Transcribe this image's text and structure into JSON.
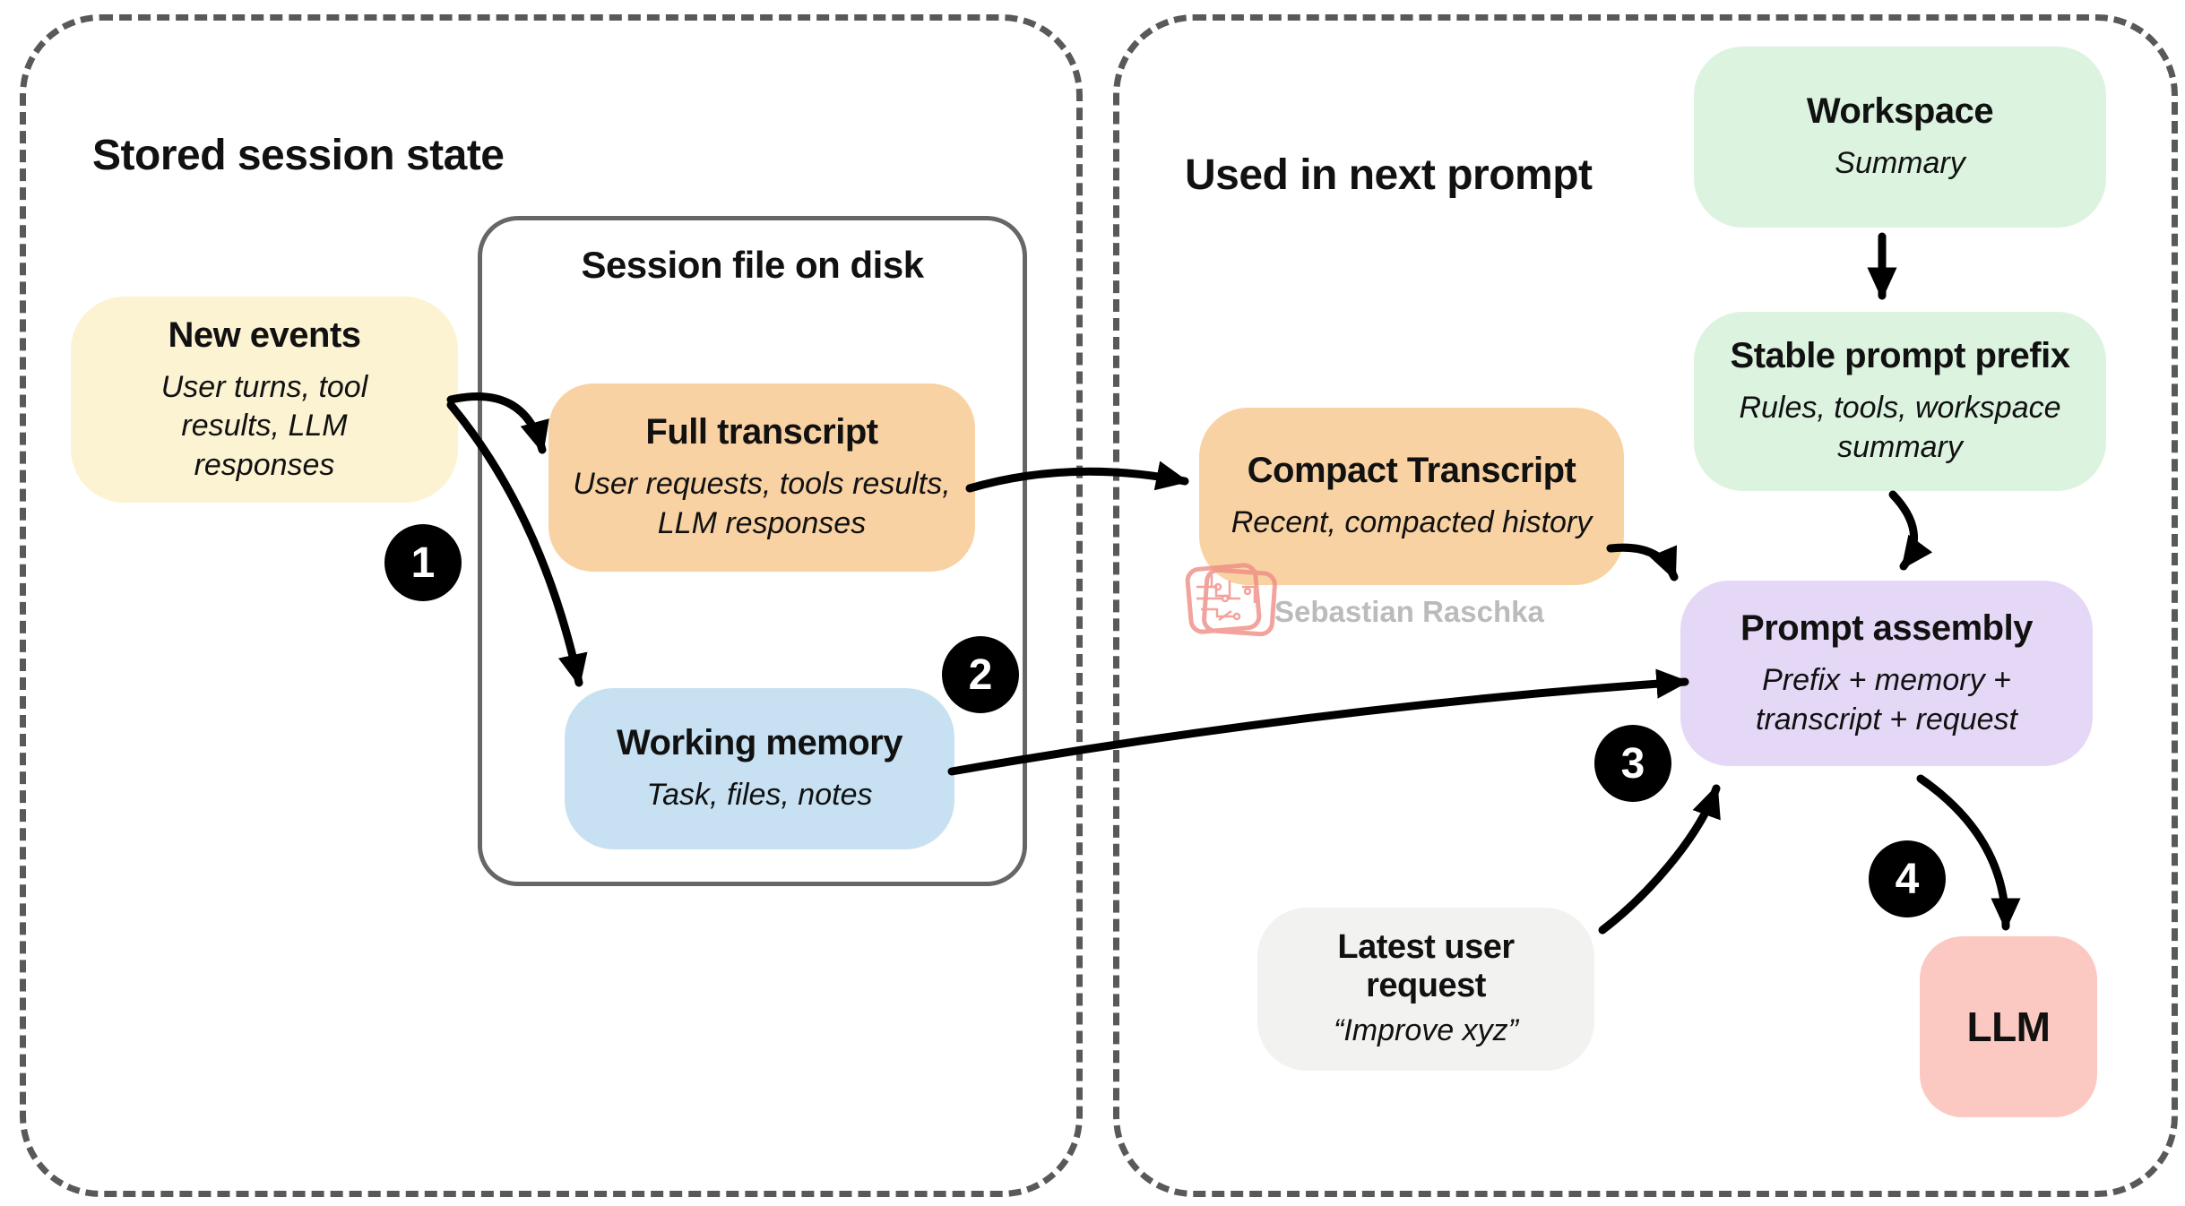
{
  "panels": {
    "stored": {
      "title": "Stored session state"
    },
    "used": {
      "title": "Used in next prompt"
    }
  },
  "session_container": {
    "title": "Session file on disk"
  },
  "boxes": {
    "new_events": {
      "title": "New events",
      "subtitle": "User turns, tool results, LLM responses",
      "color": "#FBF3D2"
    },
    "full_transcript": {
      "title": "Full transcript",
      "subtitle": "User requests, tools results, LLM responses",
      "color": "#F9D2A3"
    },
    "working_memory": {
      "title": "Working memory",
      "subtitle": "Task, files, notes",
      "color": "#C7E1F2"
    },
    "workspace": {
      "title": "Workspace",
      "subtitle": "Summary",
      "color": "#DBF3DF"
    },
    "stable_prefix": {
      "title": "Stable prompt prefix",
      "subtitle": "Rules, tools, workspace summary",
      "color": "#DBF3DF"
    },
    "compact_transcript": {
      "title": "Compact Transcript",
      "subtitle": "Recent, compacted history",
      "color": "#F9D2A3"
    },
    "prompt_assembly": {
      "title": "Prompt assembly",
      "subtitle": "Prefix + memory + transcript + request",
      "color": "#E5D8F6"
    },
    "latest_request": {
      "title": "Latest user request",
      "subtitle": "“Improve xyz”",
      "color": "#F2F2F0"
    },
    "llm": {
      "title": "LLM",
      "color": "#FCC9C2"
    }
  },
  "badges": [
    "1",
    "2",
    "3",
    "4"
  ],
  "watermark": {
    "text": "Sebastian Raschka"
  },
  "palette": {
    "yellow_box": "#FBF3D2",
    "orange_box": "#F9D2A3",
    "blue_box": "#C7E1F2",
    "green_box": "#DBF3DF",
    "purple_box": "#E5D8F6",
    "gray_box": "#F2F2F0",
    "pink_box": "#FCC9C2",
    "dashed_border": "#595959",
    "container_border": "#666666",
    "arrow": "#000000",
    "badge_bg": "#000000",
    "badge_text": "#FFFFFF",
    "watermark_text": "#BBBBBB",
    "watermark_icon": "#EF8D84"
  }
}
